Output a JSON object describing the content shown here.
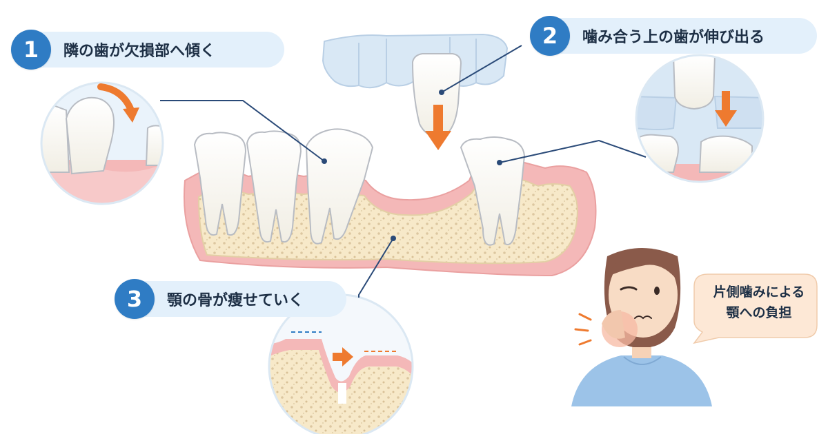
{
  "steps": [
    {
      "number": "1",
      "text": "隣の歯が欠損部へ傾く"
    },
    {
      "number": "2",
      "text": "噛み合う上の歯が伸び出る"
    },
    {
      "number": "3",
      "text": "顎の骨が痩せていく"
    }
  ],
  "speech": {
    "line1": "片側噛みによる",
    "line2": "顎への負担"
  },
  "colors": {
    "accent_blue": "#2f7cc4",
    "pill_bg": "#e3f0fb",
    "arrow_orange": "#ee7a2f",
    "gum_pink": "#f4b8b8",
    "bone": "#f6e6c4",
    "bubble_bg": "#fde8d6"
  },
  "icons": [
    "tilt-arrow-icon",
    "down-arrow-icon",
    "right-arrow-icon",
    "pain-lines-icon"
  ]
}
